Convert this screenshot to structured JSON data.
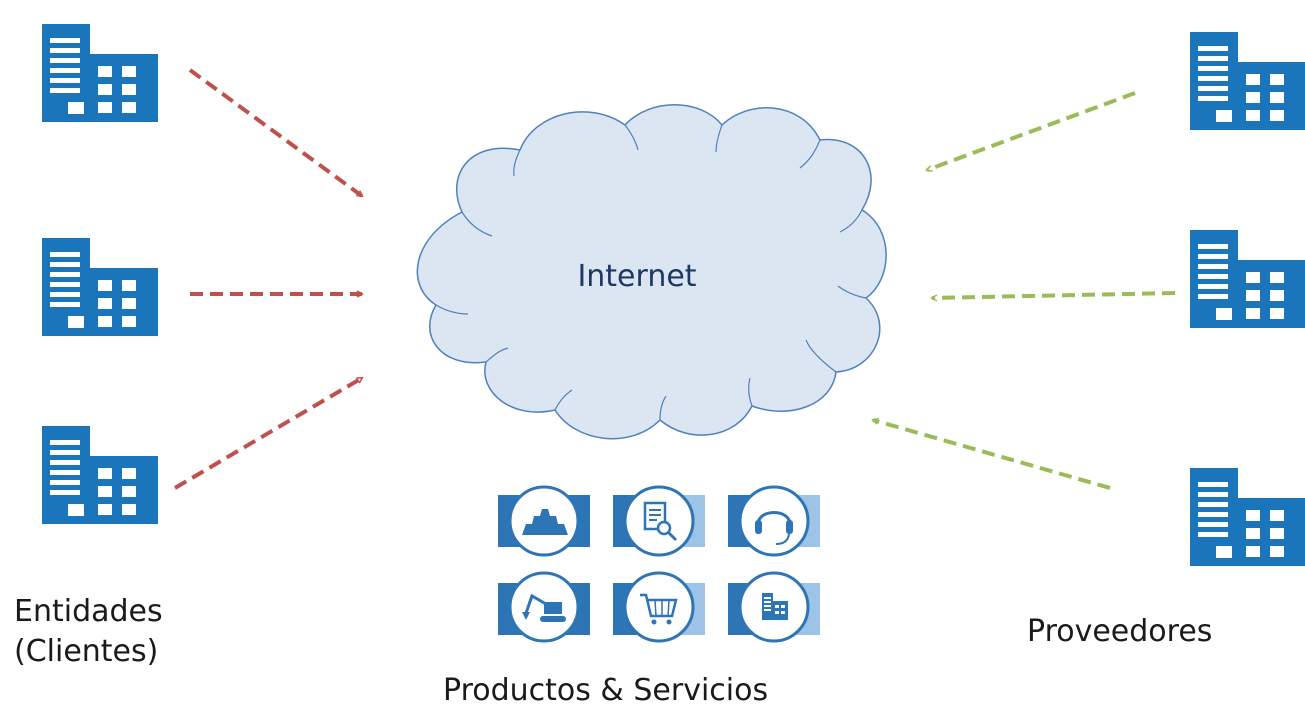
{
  "cloud": {
    "label": "Internet",
    "fill": "#dce6f2",
    "stroke": "#4f81bd",
    "text_color": "#1f3864"
  },
  "clients": {
    "label_line1": "Entidades",
    "label_line2": "(Clientes)",
    "arrow_color": "#c0504d"
  },
  "providers": {
    "label": "Proveedores",
    "arrow_color": "#9bbb59"
  },
  "services": {
    "label": "Productos & Servicios",
    "tiles": [
      {
        "name": "construction-icon"
      },
      {
        "name": "document-search-icon"
      },
      {
        "name": "headset-icon"
      },
      {
        "name": "excavator-icon"
      },
      {
        "name": "shopping-cart-icon"
      },
      {
        "name": "building-icon"
      }
    ],
    "tile_color": "#2e75b6",
    "tile_light": "#9dc3e6"
  },
  "building_color": "#1b75bb"
}
